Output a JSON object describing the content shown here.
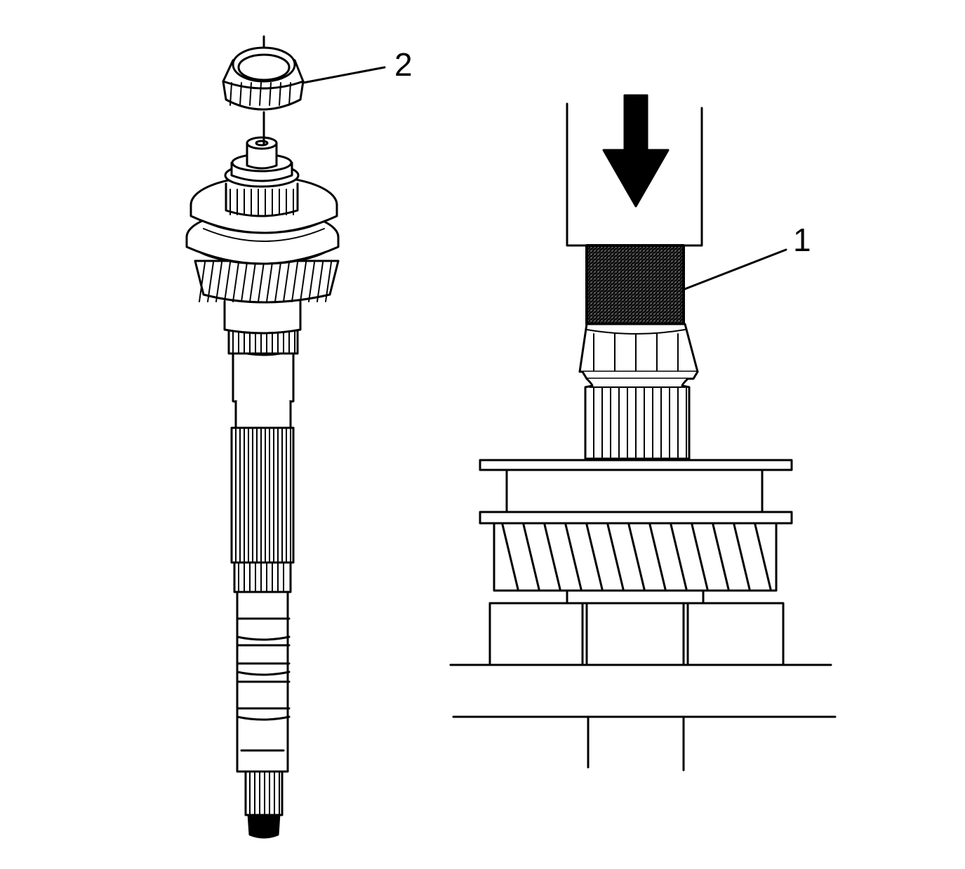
{
  "diagram": {
    "callouts": [
      {
        "id": "callout-1",
        "label": "1"
      },
      {
        "id": "callout-2",
        "label": "2"
      }
    ],
    "colors": {
      "stroke": "#000000",
      "background": "#ffffff",
      "tool_fill": "#8a8a8a"
    },
    "icons": {
      "press_direction": "arrow-down-icon"
    }
  }
}
